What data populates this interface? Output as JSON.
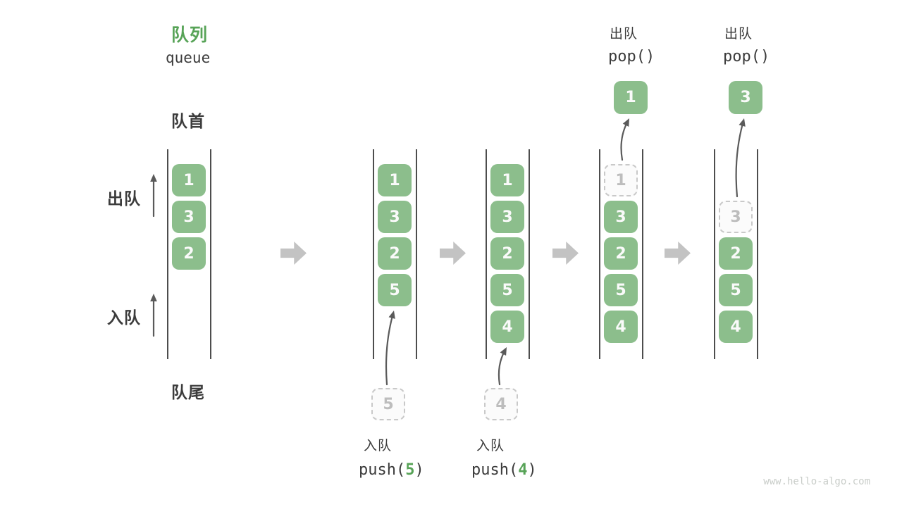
{
  "header": {
    "title_zh": "队列",
    "title_en": "queue"
  },
  "side_labels": {
    "front": "队首",
    "rear": "队尾",
    "dequeue": "出队",
    "enqueue": "入队"
  },
  "watermark": "www.hello-algo.com",
  "colors": {
    "box_green": "#8CBE8C",
    "accent_green": "#57A357",
    "dark_text": "#3B3B3B",
    "block_arrow_gray": "#C3C3C3",
    "dashed_gray": "#C9C9C9",
    "dashed_text": "#BDBDBD"
  },
  "queue_states": [
    {
      "name": "initial",
      "slots": [
        {
          "slot": 1,
          "value": "1",
          "style": "solid"
        },
        {
          "slot": 2,
          "value": "3",
          "style": "solid"
        },
        {
          "slot": 3,
          "value": "2",
          "style": "solid"
        }
      ]
    },
    {
      "name": "after-push-5",
      "slots": [
        {
          "slot": 1,
          "value": "1",
          "style": "solid"
        },
        {
          "slot": 2,
          "value": "3",
          "style": "solid"
        },
        {
          "slot": 3,
          "value": "2",
          "style": "solid"
        },
        {
          "slot": 4,
          "value": "5",
          "style": "solid"
        }
      ],
      "push": {
        "value": "5",
        "label": "入队",
        "code_pre": "push(",
        "arg": "5",
        "code_post": ")"
      }
    },
    {
      "name": "after-push-4",
      "slots": [
        {
          "slot": 1,
          "value": "1",
          "style": "solid"
        },
        {
          "slot": 2,
          "value": "3",
          "style": "solid"
        },
        {
          "slot": 3,
          "value": "2",
          "style": "solid"
        },
        {
          "slot": 4,
          "value": "5",
          "style": "solid"
        },
        {
          "slot": 5,
          "value": "4",
          "style": "solid"
        }
      ],
      "push": {
        "value": "4",
        "label": "入队",
        "code_pre": "push(",
        "arg": "4",
        "code_post": ")"
      }
    },
    {
      "name": "pop-1",
      "slots": [
        {
          "slot": 1,
          "value": "1",
          "style": "dashed"
        },
        {
          "slot": 2,
          "value": "3",
          "style": "solid"
        },
        {
          "slot": 3,
          "value": "2",
          "style": "solid"
        },
        {
          "slot": 4,
          "value": "5",
          "style": "solid"
        },
        {
          "slot": 5,
          "value": "4",
          "style": "solid"
        }
      ],
      "pop": {
        "value": "1",
        "label": "出队",
        "code": "pop()"
      }
    },
    {
      "name": "pop-3",
      "slots": [
        {
          "slot": 2,
          "value": "3",
          "style": "dashed"
        },
        {
          "slot": 3,
          "value": "2",
          "style": "solid"
        },
        {
          "slot": 4,
          "value": "5",
          "style": "solid"
        },
        {
          "slot": 5,
          "value": "4",
          "style": "solid"
        }
      ],
      "pop": {
        "value": "3",
        "label": "出队",
        "code": "pop()"
      }
    }
  ]
}
